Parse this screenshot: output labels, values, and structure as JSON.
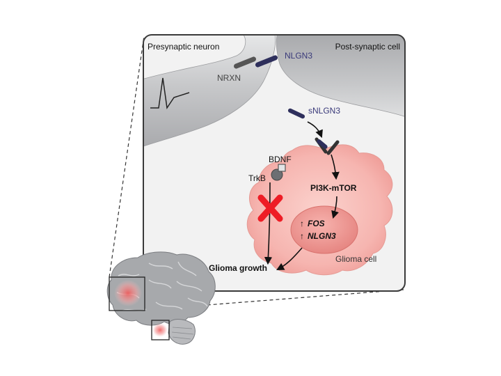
{
  "labels": {
    "presynaptic": "Presynaptic neuron",
    "postsynaptic": "Post-synaptic cell",
    "nrxn": "NRXN",
    "nlgn3": "NLGN3",
    "snlgn3": "sNLGN3",
    "bdnf": "BDNF",
    "trkb": "TrkB",
    "pathway": "PI3K-mTOR",
    "fos": "FOS",
    "nlgn3_gene": "NLGN3",
    "glioma_cell": "Glioma cell",
    "glioma_growth": "Glioma growth",
    "up_arrow": "↑"
  },
  "colors": {
    "panel_border": "#3a3a3a",
    "panel_bg": "#f2f2f2",
    "neuron_fill": "#c9cacc",
    "glioma_fill": "#f6b5b0",
    "nucleus_fill": "#ef9c98",
    "protein_dark": "#2e2f5c",
    "label_blue": "#3a3a7a",
    "block_red": "#ee1c25",
    "brain_fill": "#a7a9ac"
  },
  "icons": {
    "block": "red-x-icon",
    "spike": "action-potential-icon"
  }
}
